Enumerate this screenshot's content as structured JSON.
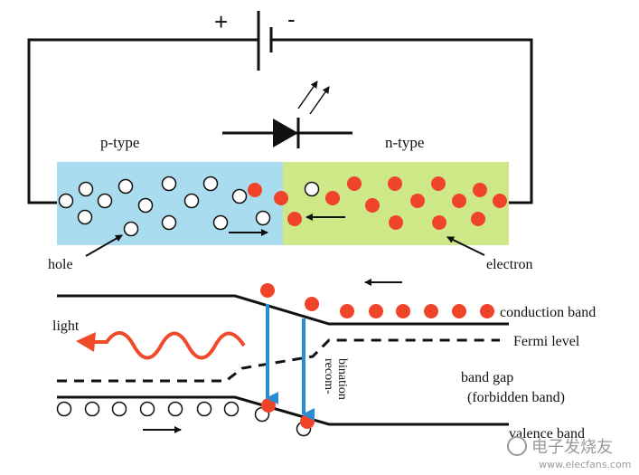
{
  "labels": {
    "plus": "+",
    "minus": "-",
    "p_type": "p-type",
    "n_type": "n-type",
    "hole": "hole",
    "electron": "electron",
    "light": "light",
    "recombination_1": "recom-",
    "recombination_2": "bination",
    "conduction_band": "conduction band",
    "fermi_level": "Fermi level",
    "band_gap": "band gap",
    "forbidden_band": "(forbidden band)",
    "valence_band": "valence band",
    "watermark": "电子发烧友",
    "watermark_url": "www.elecfans.com"
  },
  "colors": {
    "p_region": "#a9dcef",
    "n_region": "#cfe887",
    "electron": "#f0442a",
    "hole_fill": "#ffffff",
    "arrow_blue": "#2b8dd1",
    "light_wave": "#ef4a2a",
    "line": "#111111"
  },
  "icons": {
    "battery": "battery-symbol-icon",
    "led": "led-diode-symbol-icon",
    "light_emission": "light-emission-arrows-icon"
  }
}
